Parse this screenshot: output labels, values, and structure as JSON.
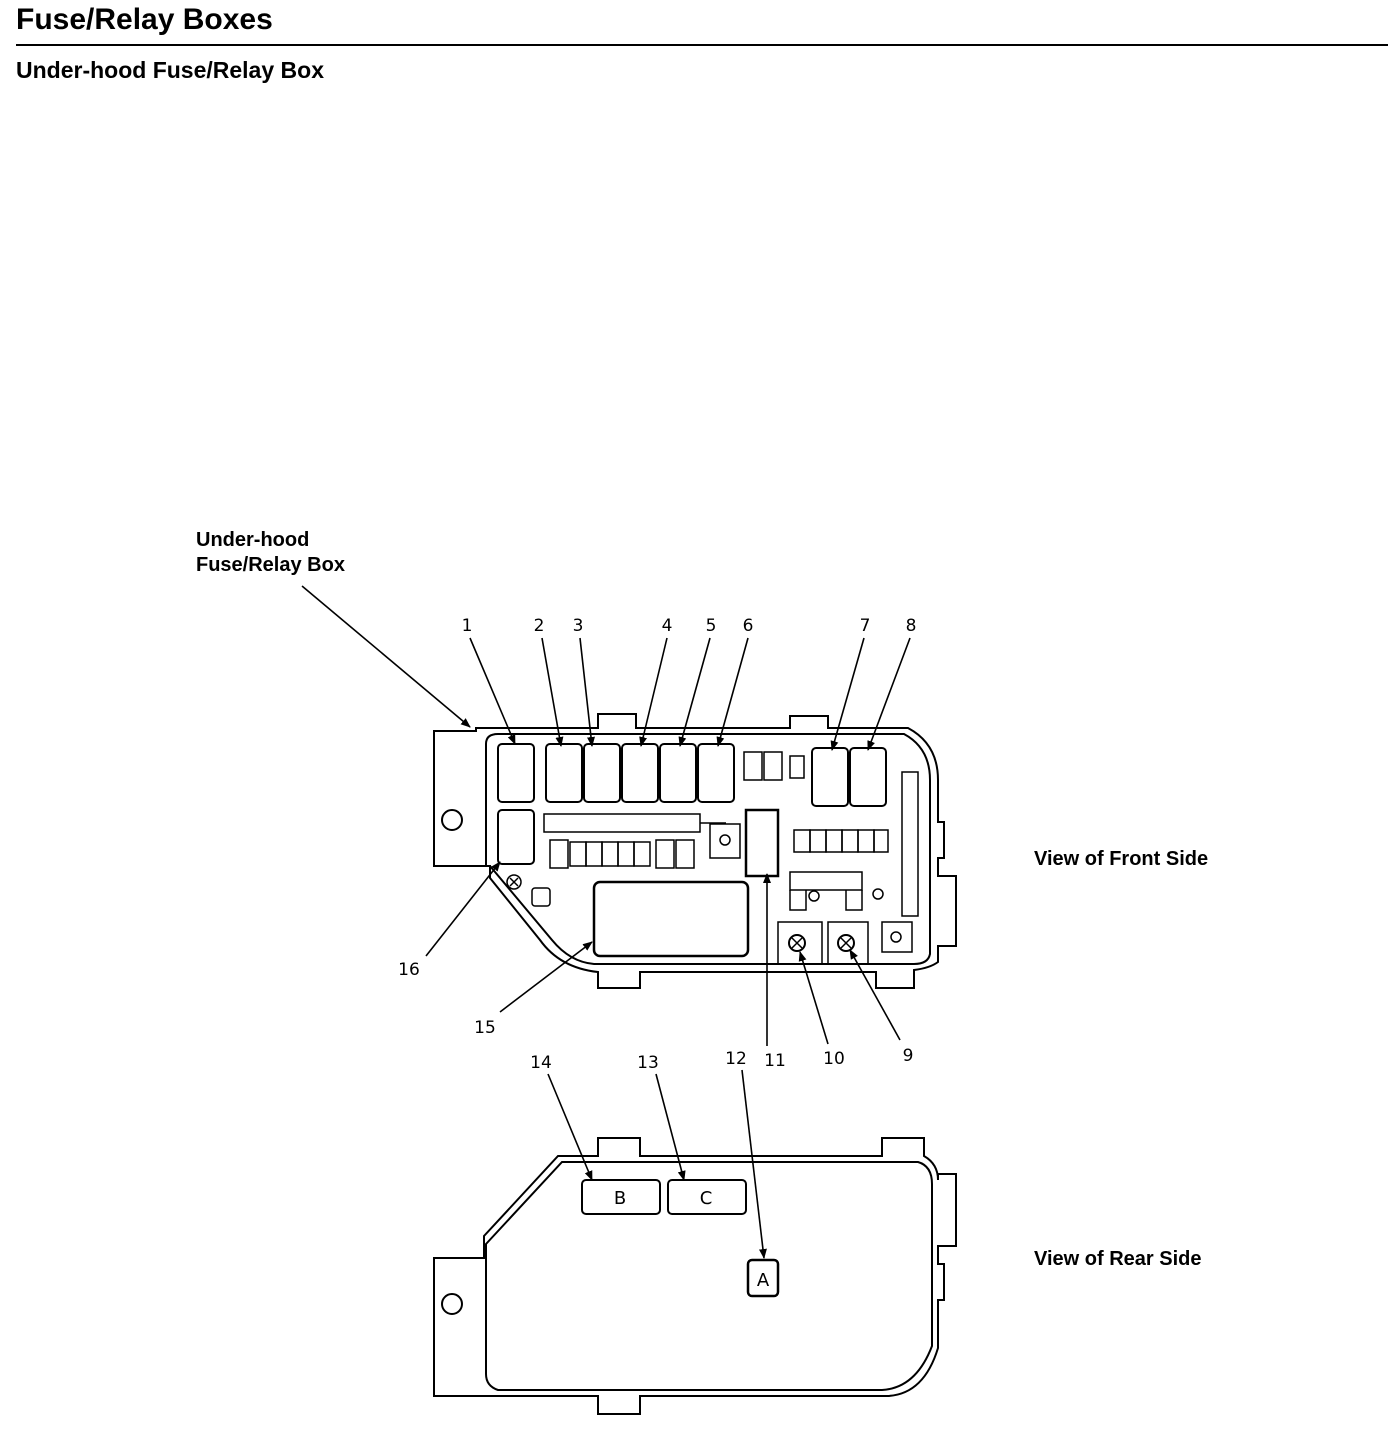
{
  "header": {
    "title": "Fuse/Relay Boxes",
    "subtitle": "Under-hood Fuse/Relay Box"
  },
  "diagram": {
    "box_label_line1": "Under-hood",
    "box_label_line2": "Fuse/Relay Box",
    "front_view_label": "View of Front Side",
    "rear_view_label": "View of Rear Side",
    "front_callouts": [
      "1",
      "2",
      "3",
      "4",
      "5",
      "6",
      "7",
      "8",
      "9",
      "10",
      "11",
      "15",
      "16"
    ],
    "rear_callouts": [
      "12",
      "13",
      "14"
    ],
    "rear_connector_labels": [
      "A",
      "B",
      "C"
    ]
  }
}
